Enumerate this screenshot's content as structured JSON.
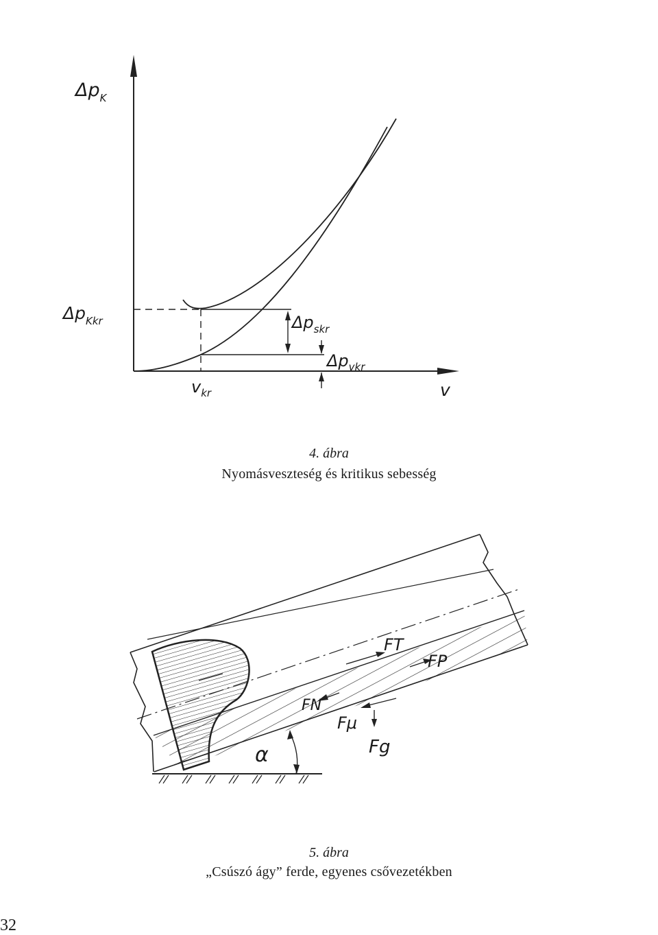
{
  "figure4": {
    "y_axis_label_base": "Δp",
    "y_axis_label_sub": "K",
    "y_crit_label_base": "Δp",
    "y_crit_label_sub": "Kkr",
    "x_axis_label": "v",
    "x_crit_label_base": "v",
    "x_crit_label_sub": "kr",
    "delta_s_label_base": "Δp",
    "delta_s_label_sub": "skr",
    "delta_v_label_base": "Δp",
    "delta_v_label_sub": "vkr",
    "caption_number": "4. ábra",
    "caption_text": "Nyomásveszteség és kritikus sebesség"
  },
  "figure5": {
    "force_t": "FT",
    "force_p": "FP",
    "force_n": "FN",
    "force_mu": "Fμ",
    "force_g": "Fg",
    "angle_label": "α",
    "caption_number": "5. ábra",
    "caption_text": "„Csúszó ágy” ferde, egyenes csővezetékben"
  },
  "page_number": "32"
}
